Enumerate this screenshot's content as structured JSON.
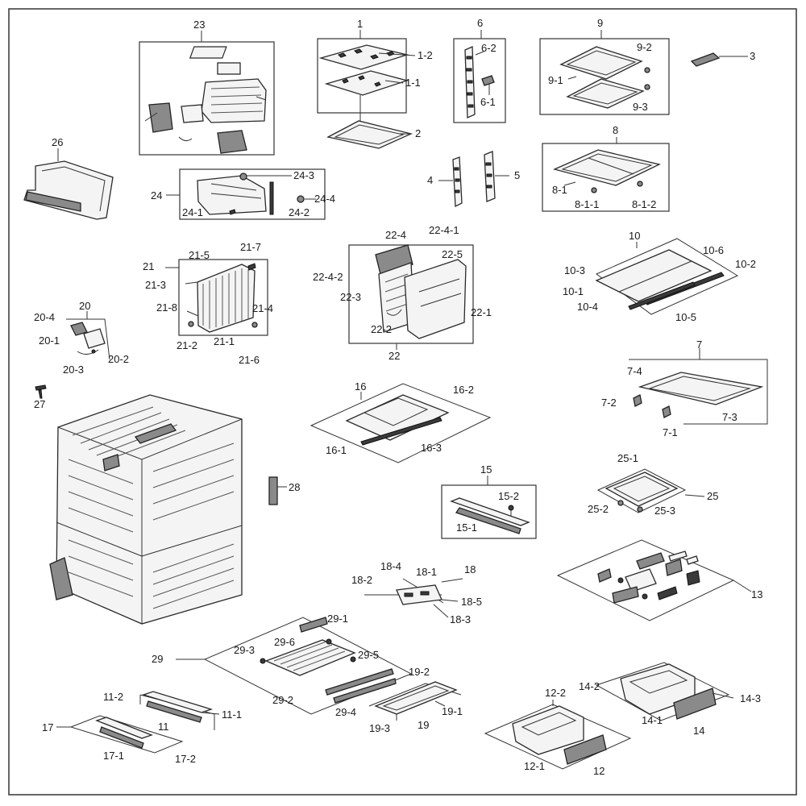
{
  "labels": {
    "l1": "1",
    "l1_2": "1-2",
    "l1_1": "1-1",
    "l2": "2",
    "l3": "3",
    "l4": "4",
    "l5": "5",
    "l6": "6",
    "l6_2": "6-2",
    "l6_1": "6-1",
    "l7": "7",
    "l7_4": "7-4",
    "l7_2": "7-2",
    "l7_3": "7-3",
    "l7_1": "7-1",
    "l8": "8",
    "l8_1": "8-1",
    "l8_1_1": "8-1-1",
    "l8_1_2": "8-1-2",
    "l9": "9",
    "l9_1": "9-1",
    "l9_2": "9-2",
    "l9_3": "9-3",
    "l10": "10",
    "l10_6": "10-6",
    "l10_3": "10-3",
    "l10_2": "10-2",
    "l10_1": "10-1",
    "l10_4": "10-4",
    "l10_5": "10-5",
    "l11": "11",
    "l11_2": "11-2",
    "l11_1": "11-1",
    "l12": "12",
    "l12_2": "12-2",
    "l12_1": "12-1",
    "l13": "13",
    "l14": "14",
    "l14_2": "14-2",
    "l14_3": "14-3",
    "l14_1": "14-1",
    "l15": "15",
    "l15_2": "15-2",
    "l15_1": "15-1",
    "l16": "16",
    "l16_2": "16-2",
    "l16_1": "16-1",
    "l16_3": "16-3",
    "l17": "17",
    "l17_1": "17-1",
    "l17_2": "17-2",
    "l18": "18",
    "l18_4": "18-4",
    "l18_1": "18-1",
    "l18_2": "18-2",
    "l18_5": "18-5",
    "l18_3": "18-3",
    "l19": "19",
    "l19_2": "19-2",
    "l19_1": "19-1",
    "l19_3": "19-3",
    "l20": "20",
    "l20_4": "20-4",
    "l20_1": "20-1",
    "l20_2": "20-2",
    "l20_3": "20-3",
    "l21": "21",
    "l21_5": "21-5",
    "l21_7": "21-7",
    "l21_3": "21-3",
    "l21_8": "21-8",
    "l21_4": "21-4",
    "l21_2": "21-2",
    "l21_1": "21-1",
    "l21_6": "21-6",
    "l22": "22",
    "l22_4": "22-4",
    "l22_4_1": "22-4-1",
    "l22_5": "22-5",
    "l22_4_2": "22-4-2",
    "l22_3": "22-3",
    "l22_1": "22-1",
    "l22_2": "22-2",
    "l23": "23",
    "l24": "24",
    "l24_3": "24-3",
    "l24_4": "24-4",
    "l24_1": "24-1",
    "l24_2": "24-2",
    "l25": "25",
    "l25_1": "25-1",
    "l25_2": "25-2",
    "l25_3": "25-3",
    "l26": "26",
    "l27": "27",
    "l28": "28",
    "l29": "29",
    "l29_1": "29-1",
    "l29_3": "29-3",
    "l29_6": "29-6",
    "l29_5": "29-5",
    "l29_2": "29-2",
    "l29_4": "29-4"
  }
}
